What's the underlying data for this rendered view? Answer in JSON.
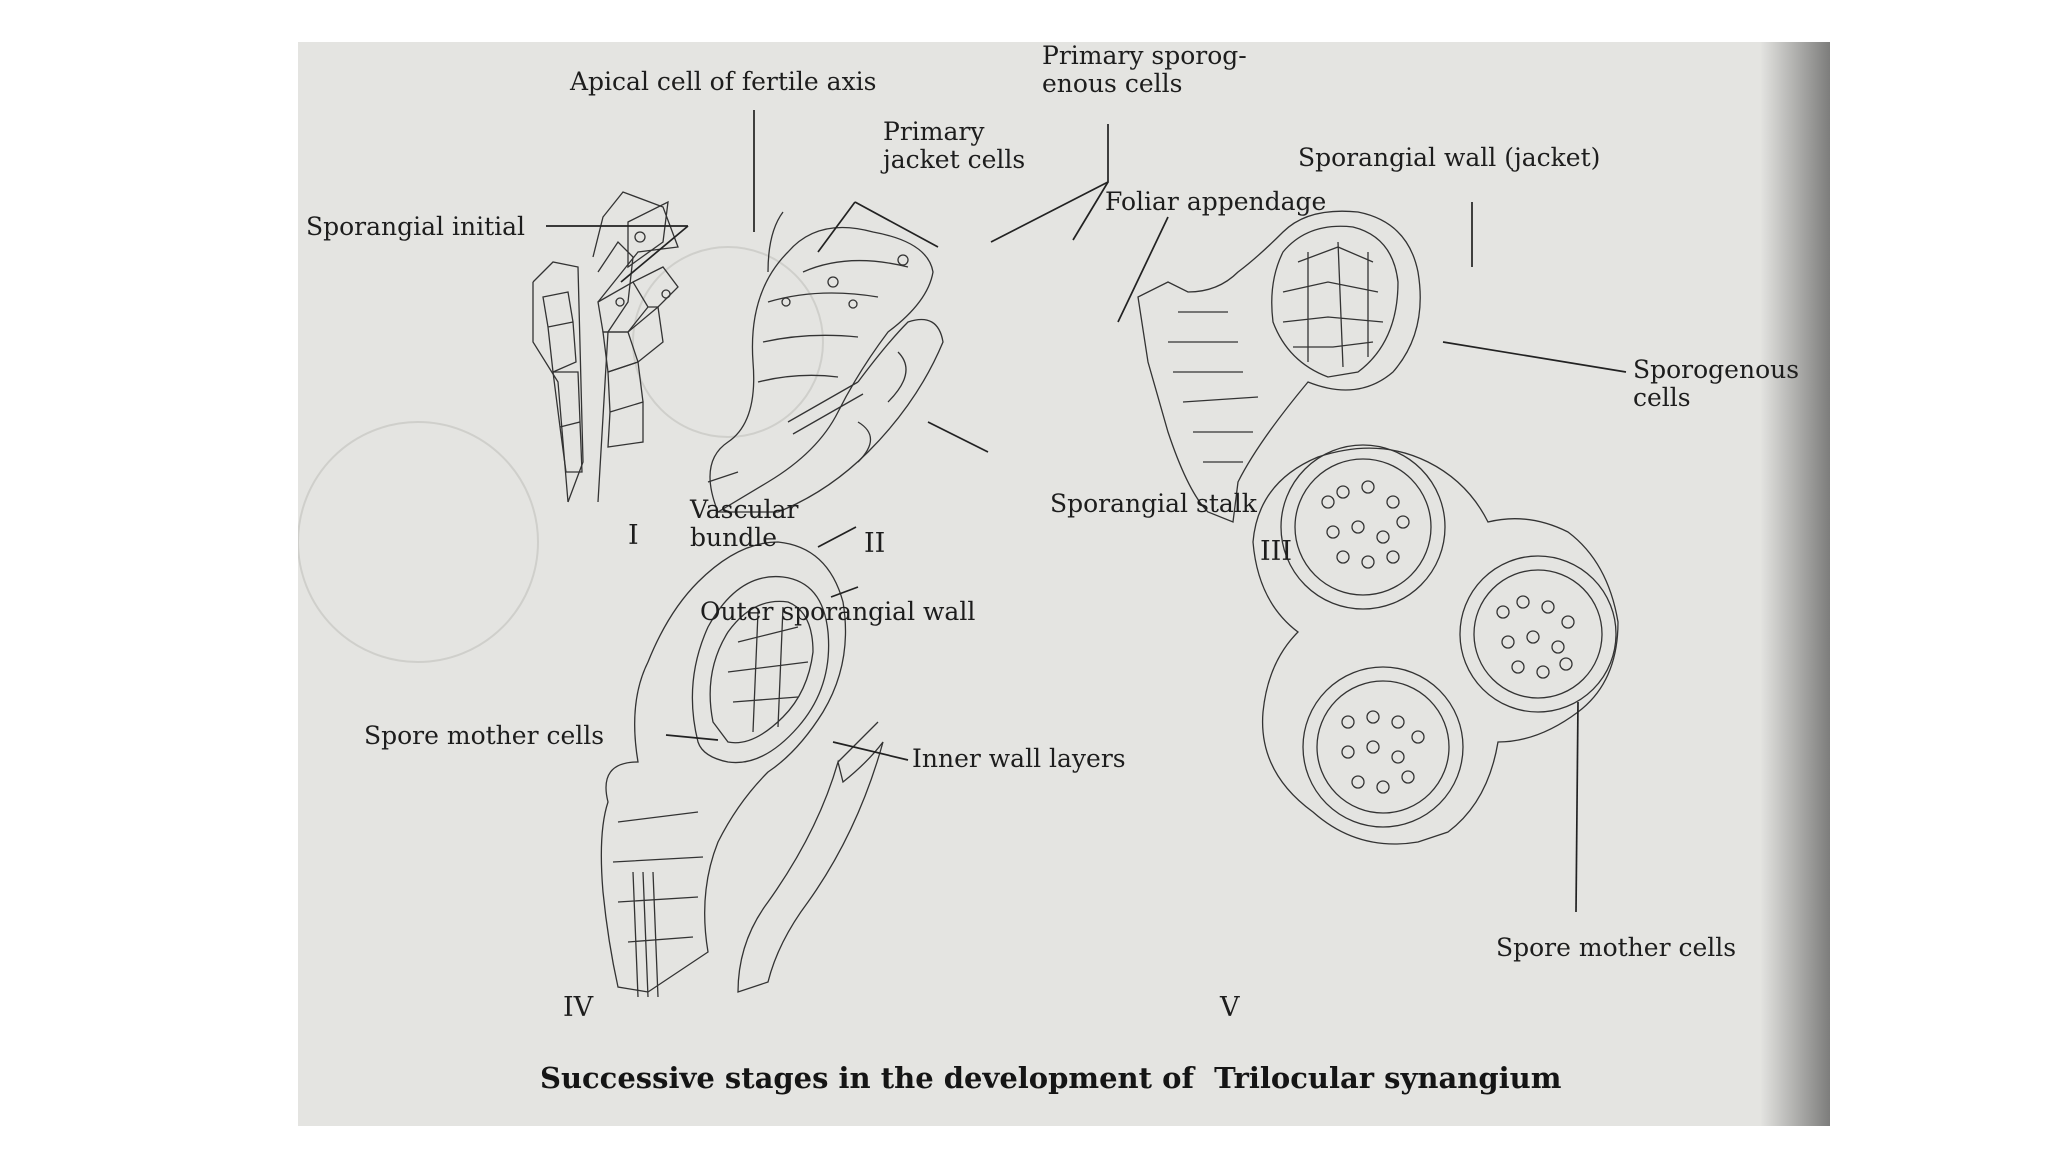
{
  "figure": {
    "caption": "Successive stages in the development of  Trilocular synangium",
    "stages": {
      "s1": "I",
      "s2": "II",
      "s3": "III",
      "s4": "IV",
      "s5": "V"
    },
    "labels": {
      "apical_cell": "Apical cell of fertile axis",
      "sporangial_initial": "Sporangial initial",
      "primary_jacket_1": "Primary",
      "primary_jacket_2": "jacket cells",
      "primary_sporog_1": "Primary sporog-",
      "primary_sporog_2": "enous cells",
      "foliar_appendage": "Foliar appendage",
      "sporangial_wall": "Sporangial wall (jacket)",
      "sporogenous_1": "Sporogenous",
      "sporogenous_2": "cells",
      "vascular_1": "Vascular",
      "vascular_2": "bundle",
      "sporangial_stalk": "Sporangial stalk",
      "outer_wall": "Outer sporangial wall",
      "spore_mother_left": "Spore mother cells",
      "inner_wall": "Inner wall layers",
      "spore_mother_right": "Spore mother cells"
    }
  }
}
